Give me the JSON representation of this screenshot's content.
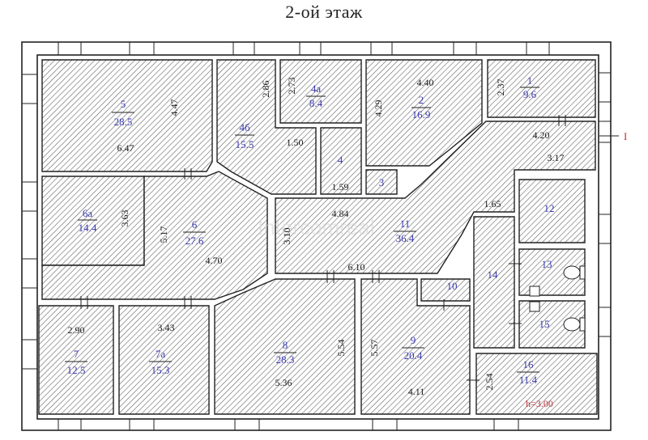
{
  "title": "2-ой этаж",
  "section_marker": "I",
  "ceiling_height": "h=3.00",
  "watermark": "Intercomreal",
  "rooms": [
    {
      "id": "r5",
      "num": "5",
      "area": "28.5"
    },
    {
      "id": "r4b",
      "num": "4б",
      "area": "15.5"
    },
    {
      "id": "r4a",
      "num": "4а",
      "area": "8.4"
    },
    {
      "id": "r4",
      "num": "4",
      "area": ""
    },
    {
      "id": "r2",
      "num": "2",
      "area": "16.9"
    },
    {
      "id": "r1",
      "num": "1",
      "area": "9.6"
    },
    {
      "id": "r3",
      "num": "3",
      "area": ""
    },
    {
      "id": "r6a",
      "num": "6а",
      "area": "14.4"
    },
    {
      "id": "r6",
      "num": "6",
      "area": "27.6"
    },
    {
      "id": "r11",
      "num": "11",
      "area": "36.4"
    },
    {
      "id": "r12",
      "num": "12",
      "area": ""
    },
    {
      "id": "r13",
      "num": "13",
      "area": ""
    },
    {
      "id": "r14",
      "num": "14",
      "area": ""
    },
    {
      "id": "r15",
      "num": "15",
      "area": ""
    },
    {
      "id": "r10",
      "num": "10",
      "area": ""
    },
    {
      "id": "r7",
      "num": "7",
      "area": "12.5"
    },
    {
      "id": "r7a",
      "num": "7а",
      "area": "15.3"
    },
    {
      "id": "r8",
      "num": "8",
      "area": "28.3"
    },
    {
      "id": "r9",
      "num": "9",
      "area": "20.4"
    },
    {
      "id": "r16",
      "num": "16",
      "area": "11.4"
    }
  ],
  "dimensions": [
    "4.47",
    "6.47",
    "2.86",
    "2.73",
    "4.40",
    "2.37",
    "4.29",
    "1.50",
    "1.59",
    "4.20",
    "3.17",
    "3.63",
    "5.17",
    "4.70",
    "4.84",
    "3.10",
    "6.10",
    "1.65",
    "2.90",
    "3.43",
    "5.54",
    "5.57",
    "5.36",
    "4.11",
    "2.54"
  ]
}
